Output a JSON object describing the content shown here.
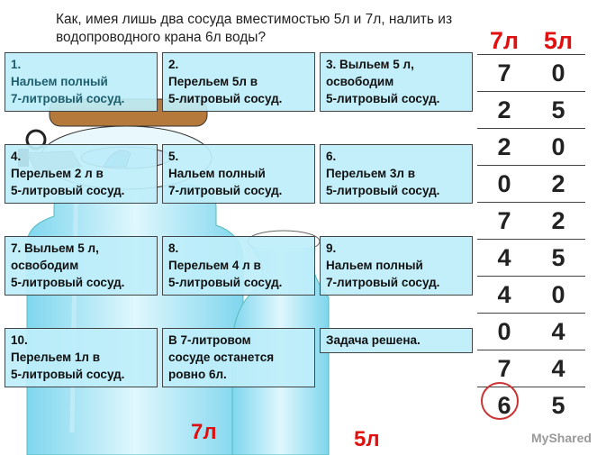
{
  "title": "Как, имея лишь два сосуда вместимостью 5л и 7л, налить из водопроводного крана 6л воды?",
  "callouts": {
    "c5": "5.\nНальем полный\n7-литровый сосуд.",
    "c9": "9.\nНальем полный\n7-литровый сосуд.",
    "c1": "1.\nНальем полный\n7-литровый сосуд.",
    "c4": "4.\nПерельем 2 л в\n5-литровый сосуд.",
    "solved": "Задача решена.",
    "c2": "2.\nПерельем 5л в\n5-литровый сосуд.",
    "c3": "3. Выльем 5 л,\nосвободим\n5-литровый сосуд.",
    "c7": "7. Выльем 5 л,\nосвободим\n5-литровый сосуд.",
    "c6": "6.\nПерельем 3л в\n5-литровый сосуд.",
    "c10": "10.\nПерельем 1л в\n5-литровый сосуд.",
    "c8": "8.\nПерельем 4 л в\n5-литровый сосуд.",
    "final": "В 7-литровом\nсосуде останется\nровно 6л."
  },
  "table": {
    "headers": [
      "7л",
      "5л"
    ],
    "rows": [
      [
        "7",
        "0"
      ],
      [
        "2",
        "5"
      ],
      [
        "2",
        "0"
      ],
      [
        "0",
        "2"
      ],
      [
        "7",
        "2"
      ],
      [
        "4",
        "5"
      ],
      [
        "4",
        "0"
      ],
      [
        "0",
        "4"
      ],
      [
        "7",
        "4"
      ],
      [
        "6",
        "5"
      ]
    ]
  },
  "labels": {
    "big": "7л",
    "small": "5л"
  },
  "watermark": "MyShared",
  "colors": {
    "accent": "#e01010",
    "water": "#96e1f5"
  }
}
